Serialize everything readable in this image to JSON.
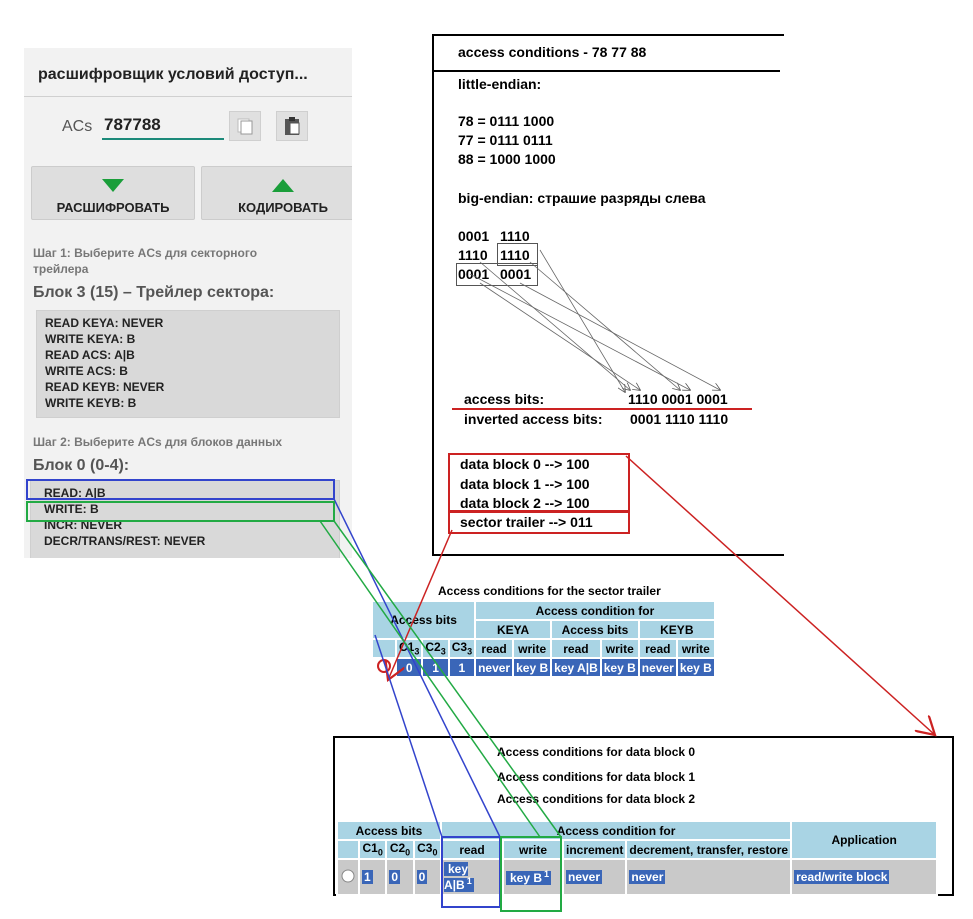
{
  "app": {
    "title": "расшифровщик условий доступ...",
    "acs_label": "ACs",
    "acs_value": "787788",
    "decode_label": "РАСШИФРОВАТЬ",
    "encode_label": "КОДИРОВАТЬ",
    "step1": "Шаг 1: Выберите ACs для секторного трейлера",
    "trailer_title": "Блок 3 (15) – Трейлер сектора:",
    "trailer_perms": [
      "READ KEYA: NEVER",
      "WRITE KEYA: B",
      "READ ACS: A|B",
      "WRITE ACS: B",
      "READ KEYB: NEVER",
      "WRITE KEYB: B"
    ],
    "step2": "Шаг 2: Выберите ACs для блоков данных",
    "block0_title": "Блок 0 (0-4):",
    "data_perms": [
      "READ: A|B",
      "WRITE: B",
      "INCR: NEVER",
      "DECR/TRANS/REST: NEVER"
    ]
  },
  "explain": {
    "title": "access conditions - 78 77 88",
    "little_endian": "little-endian:",
    "bytes": [
      "78 = 0111 1000",
      "77 = 0111 0111",
      "88 = 1000 1000"
    ],
    "big_endian": "big-endian:   страшие разряды слева",
    "big_rows": [
      [
        "0001",
        "1110"
      ],
      [
        "1110",
        "1110"
      ],
      [
        "0001",
        "0001"
      ]
    ],
    "access_bits_label": "access bits:",
    "access_bits_value": "1110 0001 0001",
    "inverted_label": "inverted access bits:",
    "inverted_value": "0001 1110 1110",
    "blocks": [
      "data block 0 -->  100",
      "data block 1 -->  100",
      "data block 2 -->  100"
    ],
    "trailer": "sector trailer -->  011"
  },
  "trailer_table": {
    "caption": "Access conditions for the sector trailer",
    "access_bits": "Access bits",
    "access_condition_for": "Access condition for",
    "groups": [
      "KEYA",
      "Access bits",
      "KEYB"
    ],
    "bits": [
      "C1",
      "C2",
      "C3"
    ],
    "bits_sub": "3",
    "ops": [
      "read",
      "write",
      "read",
      "write",
      "read",
      "write"
    ],
    "row_bits": [
      "0",
      "1",
      "1"
    ],
    "row_values": [
      "never",
      "key B",
      "key A|B",
      "key B",
      "never",
      "key B"
    ]
  },
  "data_table": {
    "captions": [
      "Access conditions for data block 0",
      "Access conditions for data block 1",
      "Access conditions for data block 2"
    ],
    "access_bits": "Access bits",
    "access_condition_for": "Access condition for",
    "application": "Application",
    "bits": [
      "C1",
      "C2",
      "C3"
    ],
    "bits_sub": "0",
    "ops": [
      "read",
      "write",
      "increment",
      "decrement, transfer, restore"
    ],
    "row_bits": [
      "1",
      "0",
      "0"
    ],
    "row_values": [
      "key A|B",
      "key B",
      "never",
      "never"
    ],
    "row_sup": "1",
    "row_app": "read/write block"
  },
  "colors": {
    "blue_annotation": "#3344cc",
    "green_annotation": "#22aa44",
    "red_annotation": "#cc2222",
    "table_header": "#a9d4e4",
    "table_value": "#3a66b8"
  }
}
